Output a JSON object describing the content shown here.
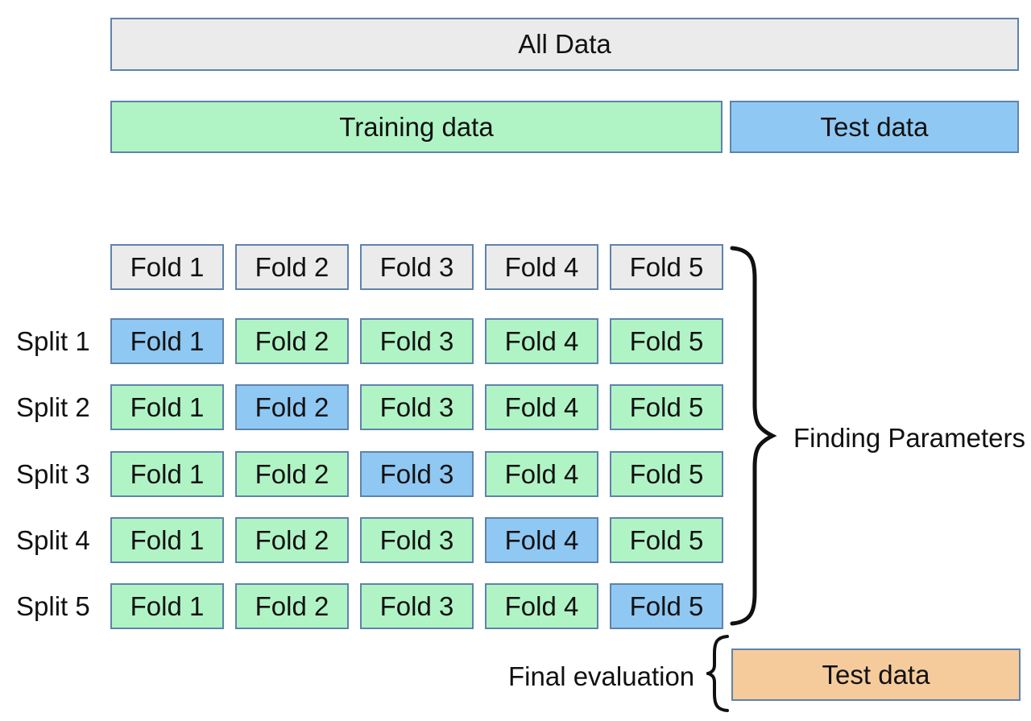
{
  "colors": {
    "gray": "#ebebeb",
    "green": "#b0f4c5",
    "blue": "#8fc8f3",
    "orange": "#f6cb9b",
    "border": "#5f83ac",
    "text": "#111111"
  },
  "bars": {
    "all_data": "All Data",
    "training": "Training data",
    "test": "Test data"
  },
  "grid": {
    "header": [
      "Fold 1",
      "Fold 2",
      "Fold 3",
      "Fold 4",
      "Fold 5"
    ],
    "rows": [
      {
        "label": "Split 1",
        "cells": [
          {
            "label": "Fold 1",
            "role": "test"
          },
          {
            "label": "Fold 2",
            "role": "train"
          },
          {
            "label": "Fold 3",
            "role": "train"
          },
          {
            "label": "Fold 4",
            "role": "train"
          },
          {
            "label": "Fold 5",
            "role": "train"
          }
        ]
      },
      {
        "label": "Split 2",
        "cells": [
          {
            "label": "Fold 1",
            "role": "train"
          },
          {
            "label": "Fold 2",
            "role": "test"
          },
          {
            "label": "Fold 3",
            "role": "train"
          },
          {
            "label": "Fold 4",
            "role": "train"
          },
          {
            "label": "Fold 5",
            "role": "train"
          }
        ]
      },
      {
        "label": "Split 3",
        "cells": [
          {
            "label": "Fold 1",
            "role": "train"
          },
          {
            "label": "Fold 2",
            "role": "train"
          },
          {
            "label": "Fold 3",
            "role": "test"
          },
          {
            "label": "Fold 4",
            "role": "train"
          },
          {
            "label": "Fold 5",
            "role": "train"
          }
        ]
      },
      {
        "label": "Split 4",
        "cells": [
          {
            "label": "Fold 1",
            "role": "train"
          },
          {
            "label": "Fold 2",
            "role": "train"
          },
          {
            "label": "Fold 3",
            "role": "train"
          },
          {
            "label": "Fold 4",
            "role": "test"
          },
          {
            "label": "Fold 5",
            "role": "train"
          }
        ]
      },
      {
        "label": "Split 5",
        "cells": [
          {
            "label": "Fold 1",
            "role": "train"
          },
          {
            "label": "Fold 2",
            "role": "train"
          },
          {
            "label": "Fold 3",
            "role": "train"
          },
          {
            "label": "Fold 4",
            "role": "train"
          },
          {
            "label": "Fold 5",
            "role": "test"
          }
        ]
      }
    ]
  },
  "annotations": {
    "finding_parameters": "Finding Parameters",
    "final_evaluation": "Final evaluation"
  },
  "final": {
    "test_label": "Test data"
  }
}
